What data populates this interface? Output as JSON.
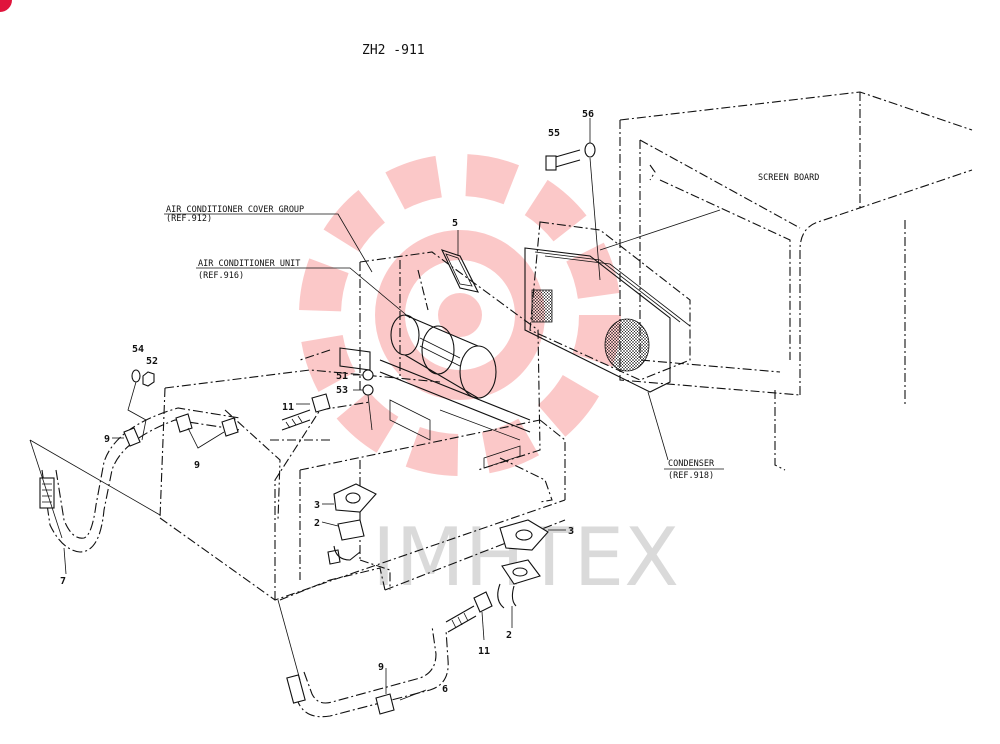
{
  "header": {
    "drawing_code": "ZH2 -911"
  },
  "watermark": {
    "text": "IMHTEX",
    "color": "#f24b4b"
  },
  "callouts": {
    "cover_group_title": "AIR CONDITIONER COVER GROUP",
    "cover_group_ref": "(REF.912)",
    "unit_title": "AIR CONDITIONER UNIT",
    "unit_ref": "(REF.916)",
    "condenser_title": "CONDENSER",
    "condenser_ref": "(REF.918)",
    "screen_board": "SCREEN BOARD"
  },
  "part_numbers": {
    "p55": "55",
    "p56": "56",
    "p5": "5",
    "p54": "54",
    "p52": "52",
    "p51": "51",
    "p53": "53",
    "p11_upper": "11",
    "p9_left": "9",
    "p9_mid": "9",
    "p3_left": "3",
    "p2_left": "2",
    "p7": "7",
    "p3_right": "3",
    "p2_right": "2",
    "p11_lower": "11",
    "p9_lower": "9",
    "p6": "6"
  }
}
